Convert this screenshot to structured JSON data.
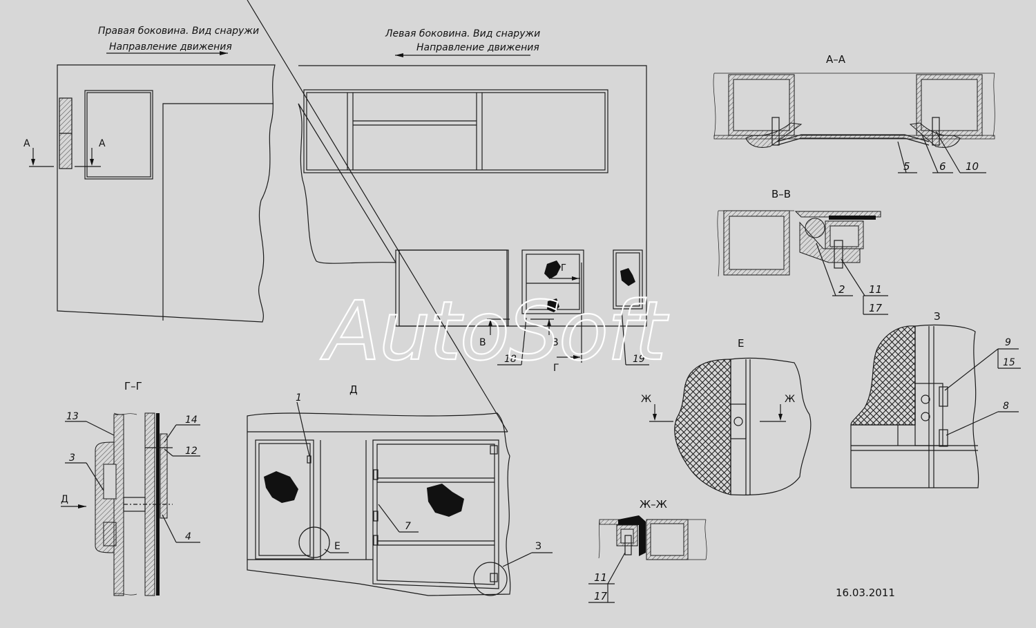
{
  "views": {
    "right_side": {
      "title": "Правая боковина. Вид снаружи",
      "direction": "Направление движения"
    },
    "left_side": {
      "title": "Левая боковина. Вид снаружи",
      "direction": "Направление движения"
    }
  },
  "section_labels": {
    "a_left": "А",
    "a_right": "А",
    "v_left": "В",
    "v_right": "В",
    "g": "Г",
    "g_mark": "Г",
    "d_arrow": "Д",
    "zh_left": "Ж",
    "zh_right": "Ж",
    "e_callout": "Е",
    "z_callout": "З"
  },
  "detail_titles": {
    "aa": "А–А",
    "vv": "В–В",
    "gg": "Г–Г",
    "d": "Д",
    "e": "Е",
    "z": "З",
    "zhzh": "Ж–Ж"
  },
  "callouts": {
    "c1": "1",
    "c2": "2",
    "c3": "3",
    "c4": "4",
    "c5": "5",
    "c6": "6",
    "c7": "7",
    "c8": "8",
    "c9": "9",
    "c10": "10",
    "c11a": "11",
    "c11b": "11",
    "c12": "12",
    "c13": "13",
    "c14": "14",
    "c15": "15",
    "c17a": "17",
    "c17b": "17",
    "c18": "18",
    "c19": "19"
  },
  "date": "16.03.2011",
  "watermark": "AutoSoft"
}
